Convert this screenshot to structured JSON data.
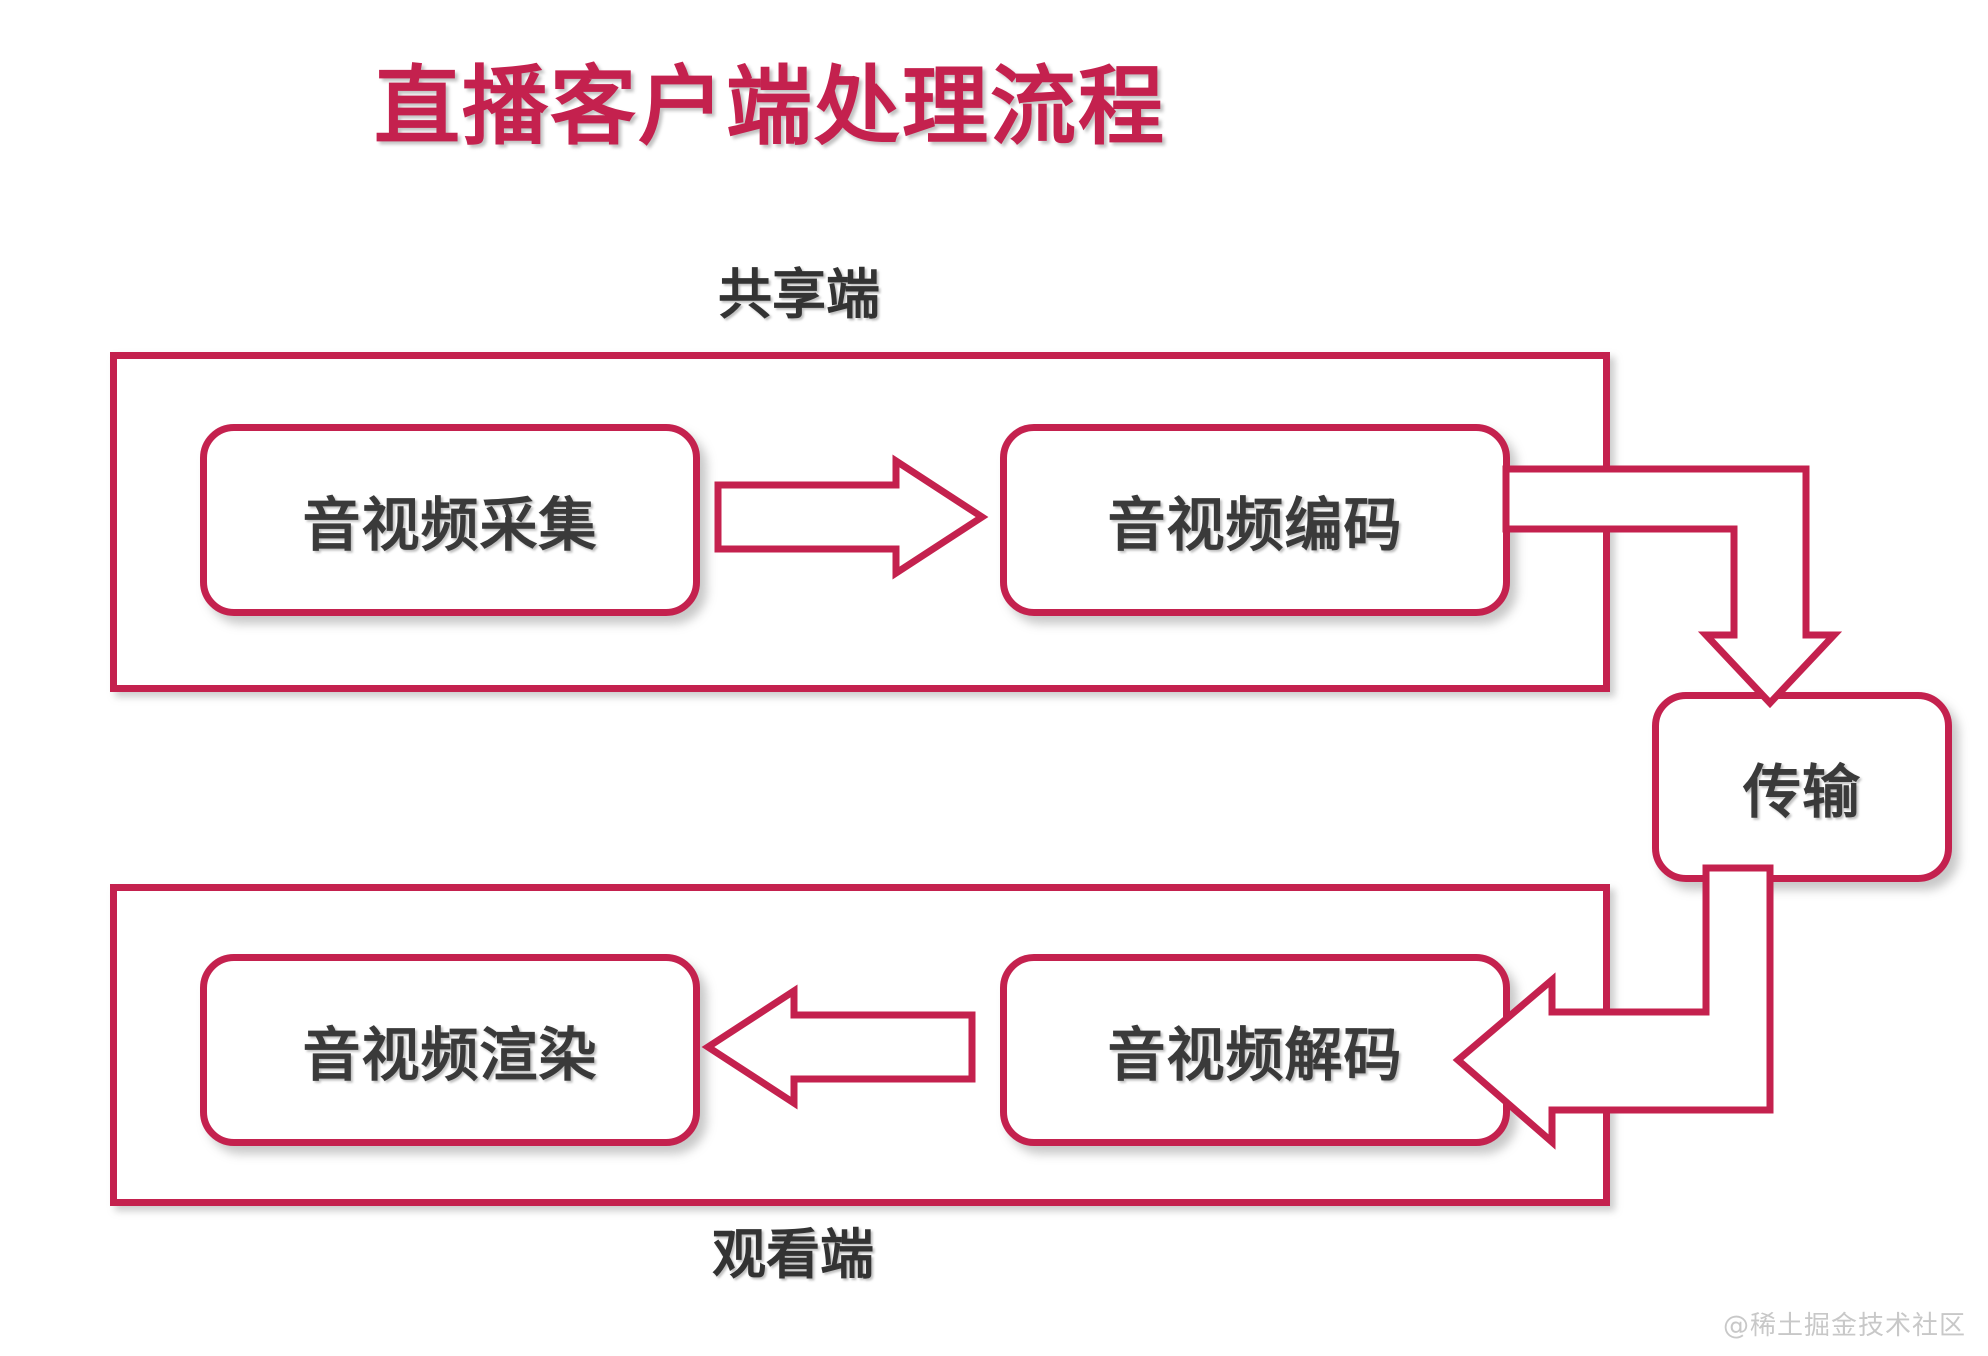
{
  "diagram": {
    "title": "直播客户端处理流程",
    "accent_color": "#C4214E",
    "text_color": "#3a3a3a",
    "background_color": "#FFFFFF",
    "type": "flowchart",
    "groups": [
      {
        "id": "share",
        "label": "共享端",
        "label_position": "above",
        "nodes": [
          "音视频采集",
          "音视频编码"
        ]
      },
      {
        "id": "view",
        "label": "观看端",
        "label_position": "below",
        "nodes": [
          "音视频渲染",
          "音视频解码"
        ]
      }
    ],
    "nodes": {
      "capture": "音视频采集",
      "encode": "音视频编码",
      "transit": "传输",
      "decode": "音视频解码",
      "render": "音视频渲染"
    },
    "edges": [
      {
        "from": "音视频采集",
        "to": "音视频编码",
        "direction": "right",
        "style": "block-arrow-outline"
      },
      {
        "from": "音视频编码",
        "to": "传输",
        "direction": "right-then-down",
        "style": "elbow-block-arrow-outline"
      },
      {
        "from": "传输",
        "to": "音视频解码",
        "direction": "down-then-left",
        "style": "elbow-block-arrow-outline"
      },
      {
        "from": "音视频解码",
        "to": "音视频渲染",
        "direction": "left",
        "style": "block-arrow-outline"
      }
    ]
  },
  "watermark": {
    "text": "@稀土掘金技术社区"
  }
}
